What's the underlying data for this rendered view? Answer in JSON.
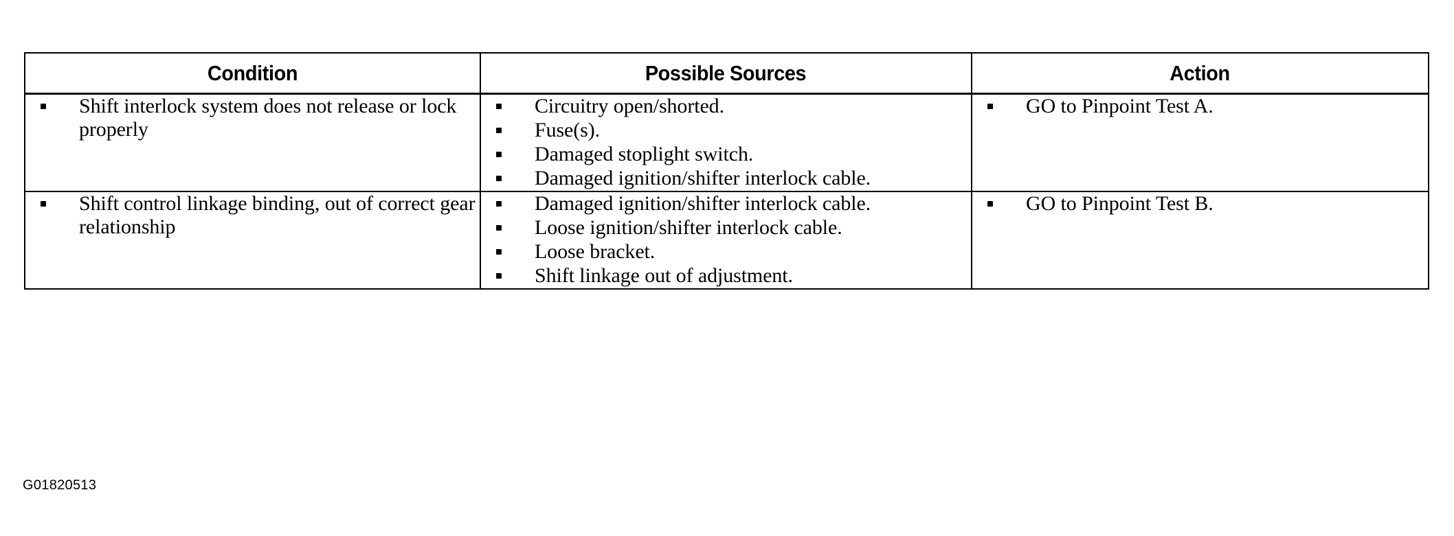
{
  "document": {
    "type": "diagnostic-table",
    "figure_id": "G01820513",
    "bullet_glyph": "square-bullet"
  },
  "table": {
    "headers": [
      {
        "label": "Condition"
      },
      {
        "label": "Possible Sources"
      },
      {
        "label": "Action"
      }
    ],
    "rows": [
      {
        "condition": [
          "Shift interlock system does not release or lock properly"
        ],
        "possible_sources": [
          "Circuitry open/shorted.",
          "Fuse(s).",
          "Damaged stoplight switch.",
          "Damaged ignition/shifter interlock cable."
        ],
        "action": [
          "GO to Pinpoint Test A."
        ]
      },
      {
        "condition": [
          "Shift control linkage binding, out of correct gear relationship"
        ],
        "possible_sources": [
          "Damaged ignition/shifter interlock cable.",
          "Loose ignition/shifter interlock cable.",
          "Loose bracket.",
          "Shift linkage out of adjustment."
        ],
        "action": [
          "GO to Pinpoint Test B."
        ]
      }
    ]
  },
  "colors": {
    "ink": "#000000",
    "page": "#ffffff"
  }
}
